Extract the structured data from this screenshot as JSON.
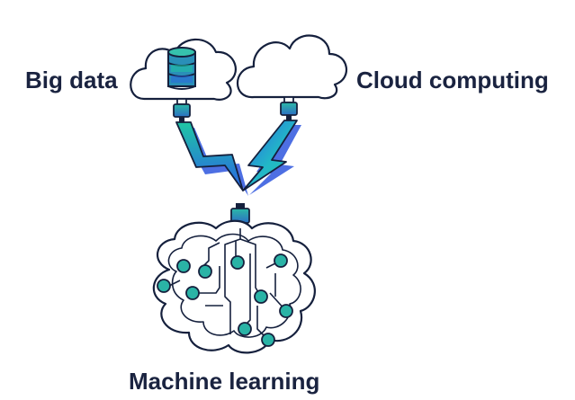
{
  "labels": {
    "big_data": "Big data",
    "cloud_computing": "Cloud computing",
    "machine_learning": "Machine learning"
  },
  "colors": {
    "outline": "#15203d",
    "text": "#1a2340",
    "bolt_gradient_start": "#1fc6a4",
    "bolt_gradient_end": "#2a62e6",
    "bolt_shadow": "#4a6fe8",
    "node_fill": "#2ab3a6",
    "plug_fill": "#2e8fb0"
  },
  "icons": {
    "big_data_cloud": "cloud-with-database-icon",
    "cloud_computing": "cloud-icon",
    "brain": "brain-circuit-icon",
    "lightning": "lightning-bolt-icon"
  }
}
